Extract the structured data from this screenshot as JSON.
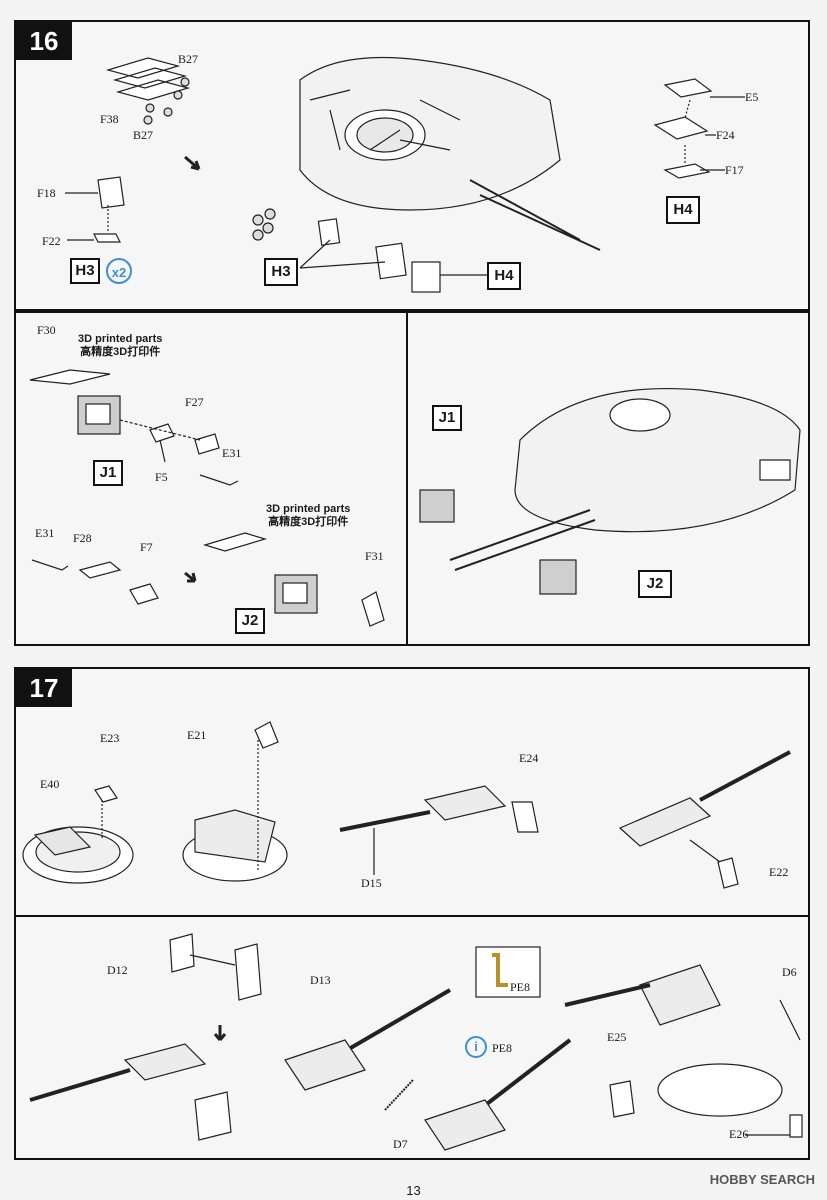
{
  "step16": {
    "number": "16",
    "labels": {
      "b27a": "B27",
      "f38": "F38",
      "b27b": "B27",
      "f18": "F18",
      "f22": "F22",
      "e5": "E5",
      "f24": "F24",
      "f17": "F17"
    },
    "subassemblies": {
      "h3_small": "H3",
      "h3_big": "H3",
      "h4_big": "H4",
      "h4_side": "H4"
    },
    "repeat": "x2",
    "j_left": {
      "labels": {
        "f30": "F30",
        "f27": "F27",
        "f5": "F5",
        "e31a": "E31",
        "e31b": "E31",
        "f28": "F28",
        "f7": "F7",
        "f31": "F31"
      },
      "note1_en": "3D printed parts",
      "note1_cn": "高精度3D打印件",
      "note2_en": "3D printed parts",
      "note2_cn": "高精度3D打印件",
      "j1": "J1",
      "j2": "J2"
    },
    "j_right": {
      "j1": "J1",
      "j2": "J2"
    }
  },
  "step17": {
    "number": "17",
    "labels": {
      "e23": "E23",
      "e40": "E40",
      "e21": "E21",
      "e24": "E24",
      "d15": "D15",
      "e22": "E22",
      "d12": "D12",
      "d13": "D13",
      "pe8_box": "PE8",
      "d6": "D6",
      "pe8": "PE8",
      "e25": "E25",
      "d7": "D7",
      "e26": "E26"
    },
    "info_icon": "i"
  },
  "page_number": "13",
  "watermark": "HOBBY SEARCH"
}
